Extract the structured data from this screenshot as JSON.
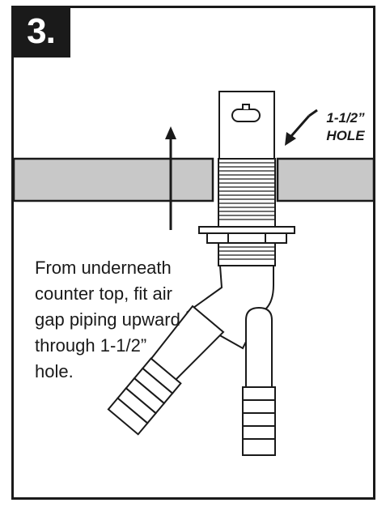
{
  "step": {
    "number": "3."
  },
  "callout": {
    "line1": "1-1/2”",
    "line2": "HOLE"
  },
  "instruction": {
    "lines": [
      "From underneath",
      "counter top, fit air",
      "gap piping upward",
      "through 1-1/2”",
      "hole."
    ]
  },
  "colors": {
    "ink": "#1a1a1a",
    "counter": "#c8c8c8",
    "border": "#1a1a1a"
  }
}
